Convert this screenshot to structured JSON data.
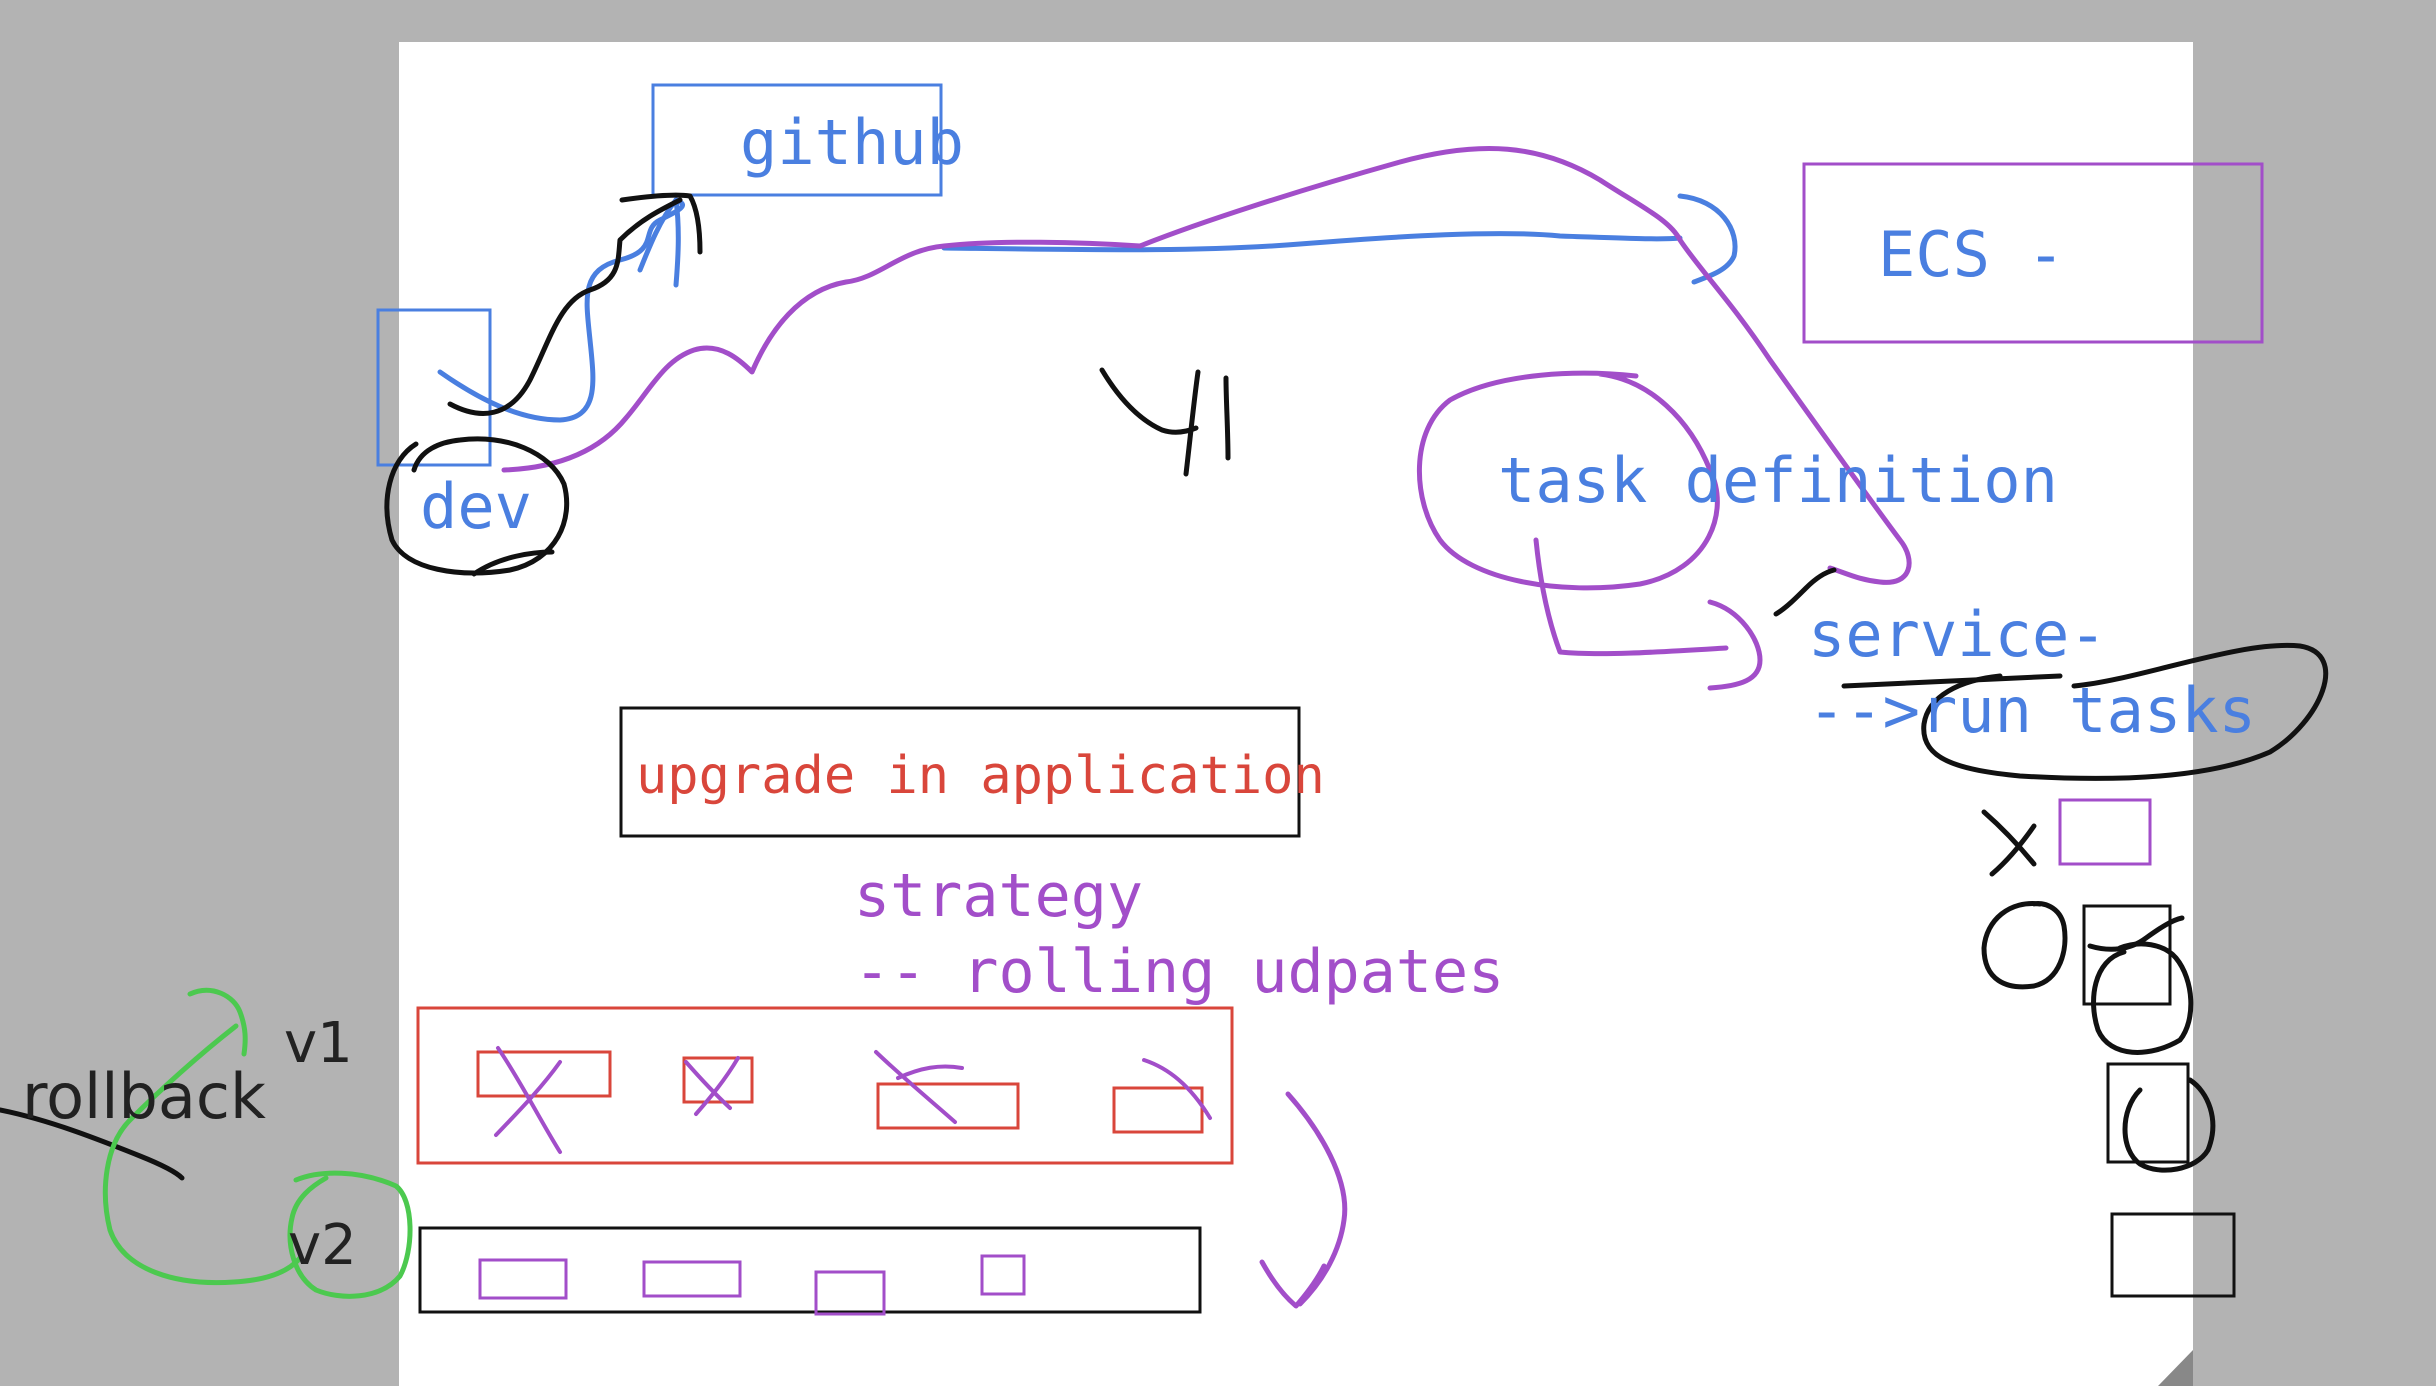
{
  "colors": {
    "background": "#b3b3b3",
    "page": "#ffffff",
    "blue": "#4a7fe0",
    "purple": "#a24ec9",
    "red": "#d9463b",
    "black": "#111111",
    "green": "#4cc94f"
  },
  "labels": {
    "github": "github",
    "dev": "dev",
    "ecs": "ECS -",
    "task_definition": "task definition",
    "service": "service-",
    "run_tasks": "-->run tasks",
    "upgrade": "upgrade in application",
    "strategy": "strategy",
    "rolling": "-- rolling udpates",
    "v1": "v1",
    "v2": "v2",
    "rollback": "rollback",
    "scribble_41": "41"
  }
}
